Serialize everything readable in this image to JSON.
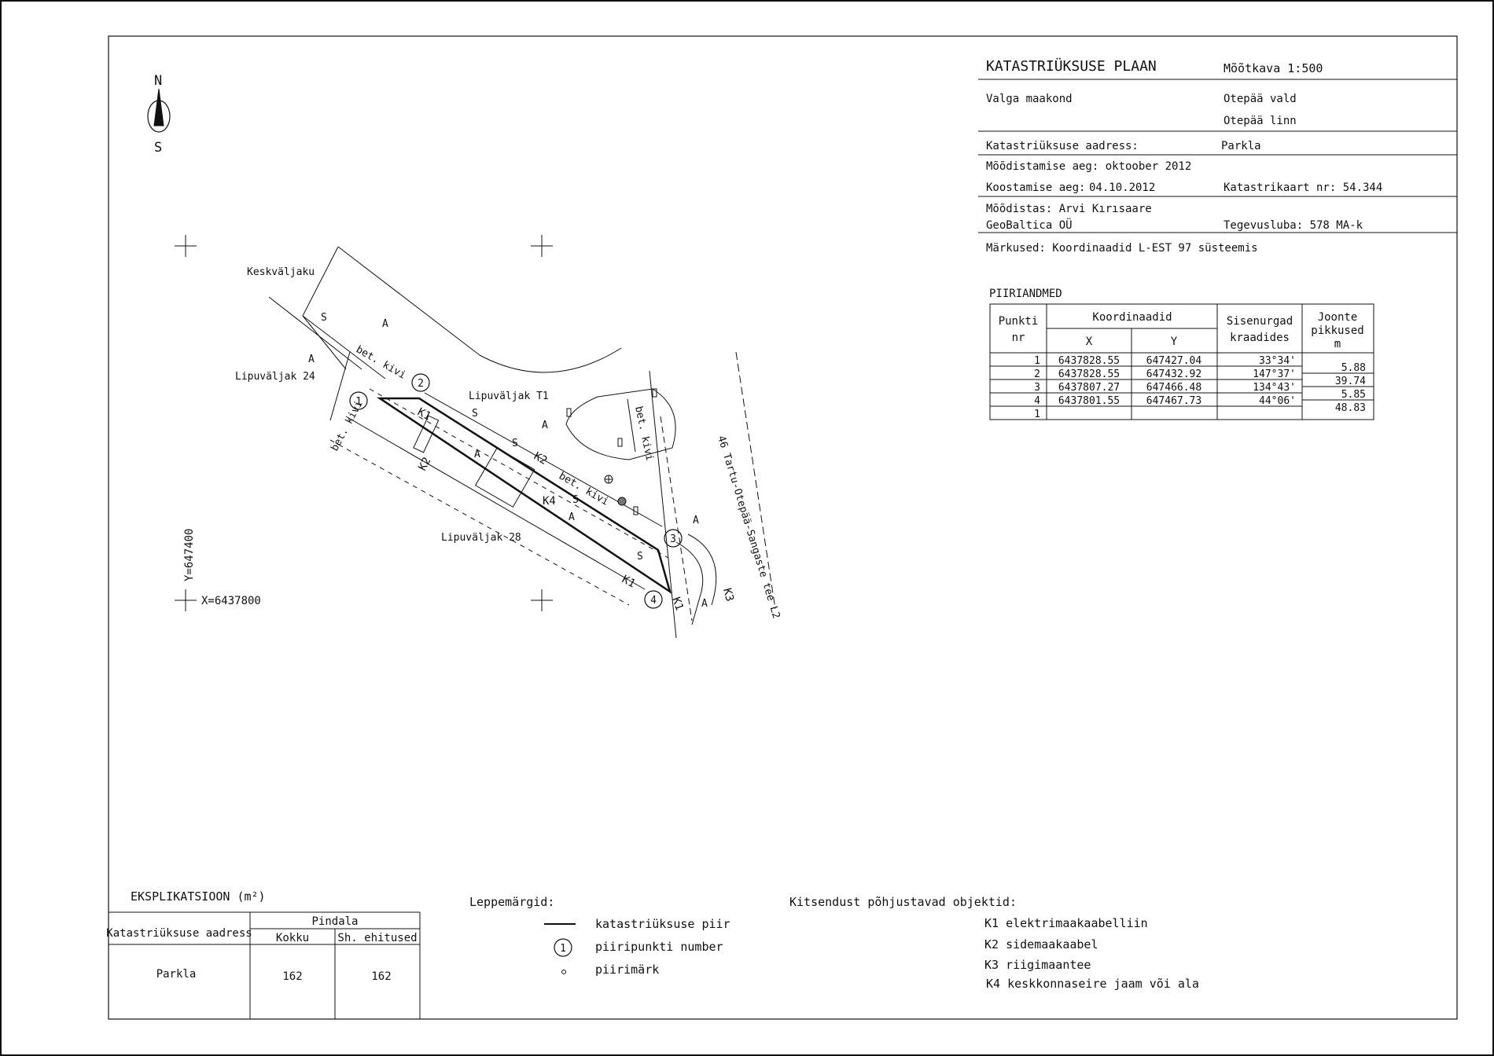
{
  "title_block": {
    "title": "KATASTRIÜKSUSE PLAAN",
    "scale": "Mõõtkava 1:500",
    "county": "Valga maakond",
    "municipality": "Otepää vald",
    "town": "Otepää linn",
    "address_label": "Katastriüksuse aadress:",
    "address_value": "Parkla",
    "survey_time": "Mõõdistamise aeg: oktoober 2012",
    "compile_label": "Koostamise aeg:",
    "compile_value": "04.10.2012",
    "map_no": "Katastrikaart nr: 54.344",
    "surveyor": "Mõõdistas: Arvi Kırısaare",
    "company": "GeoBaltica OÜ",
    "license": "Tegevusluba: 578 MA-k",
    "notes": "Märkused: Koordinaadid L-EST 97 süsteemis"
  },
  "boundary_table": {
    "title": "PIIRIANDMED",
    "headers": {
      "point": "Punkti",
      "point_sub": "nr",
      "coords": "Koordinaadid",
      "x": "X",
      "y": "Y",
      "angle": "Sisenurgad",
      "angle_sub": "kraadides",
      "lengths": "Joonte",
      "lengths_sub": "pikkused",
      "lengths_unit": "m"
    },
    "rows": [
      {
        "nr": "1",
        "x": "6437828.55",
        "y": "647427.04",
        "angle": "33°34'"
      },
      {
        "nr": "2",
        "x": "6437828.55",
        "y": "647432.92",
        "angle": "147°37'"
      },
      {
        "nr": "3",
        "x": "6437807.27",
        "y": "647466.48",
        "angle": "134°43'"
      },
      {
        "nr": "4",
        "x": "6437801.55",
        "y": "647467.73",
        "angle": "44°06'"
      },
      {
        "nr": "1",
        "x": "",
        "y": "",
        "angle": ""
      }
    ],
    "lengths": [
      "5.88",
      "39.74",
      "5.85",
      "48.83"
    ]
  },
  "map": {
    "north": "N",
    "south": "S",
    "keskvaljaku": "Keskväljaku",
    "lipu24": "Lipuväljak 24",
    "lipuT1": "Lipuväljak T1",
    "lipu28": "Lipuväljak 28",
    "road": "46 Tartu-Otepää-Sangaste tee L2",
    "bet_kivi": "bet. kivi",
    "y_coord": "Y=647400",
    "x_coord": "X=6437800",
    "k1": "K1",
    "k2": "K2",
    "k3": "K3",
    "k4": "K4",
    "a": "A",
    "s": "S",
    "p1": "1",
    "p2": "2",
    "p3": "3",
    "p4": "4"
  },
  "explication": {
    "title": "EKSPLIKATSIOON (m²)",
    "col_address": "Katastriüksuse aadress",
    "col_area": "Pindala",
    "col_total": "Kokku",
    "col_built": "Sh. ehitused",
    "row_address": "Parkla",
    "row_total": "162",
    "row_built": "162"
  },
  "legend": {
    "title": "Leppemärgid:",
    "boundary": "katastriüksuse piir",
    "point_symbol": "1",
    "point_number": "piiripunkti number",
    "marker": "piirimärk"
  },
  "encumbrances": {
    "title": "Kitsendust põhjustavad objektid:",
    "k1": "K1 elektrimaakaabelliin",
    "k2": "K2 sidemaakaabel",
    "k3": "K3 riigimaantee",
    "k4": "K4 keskkonnaseire jaam või ala"
  }
}
